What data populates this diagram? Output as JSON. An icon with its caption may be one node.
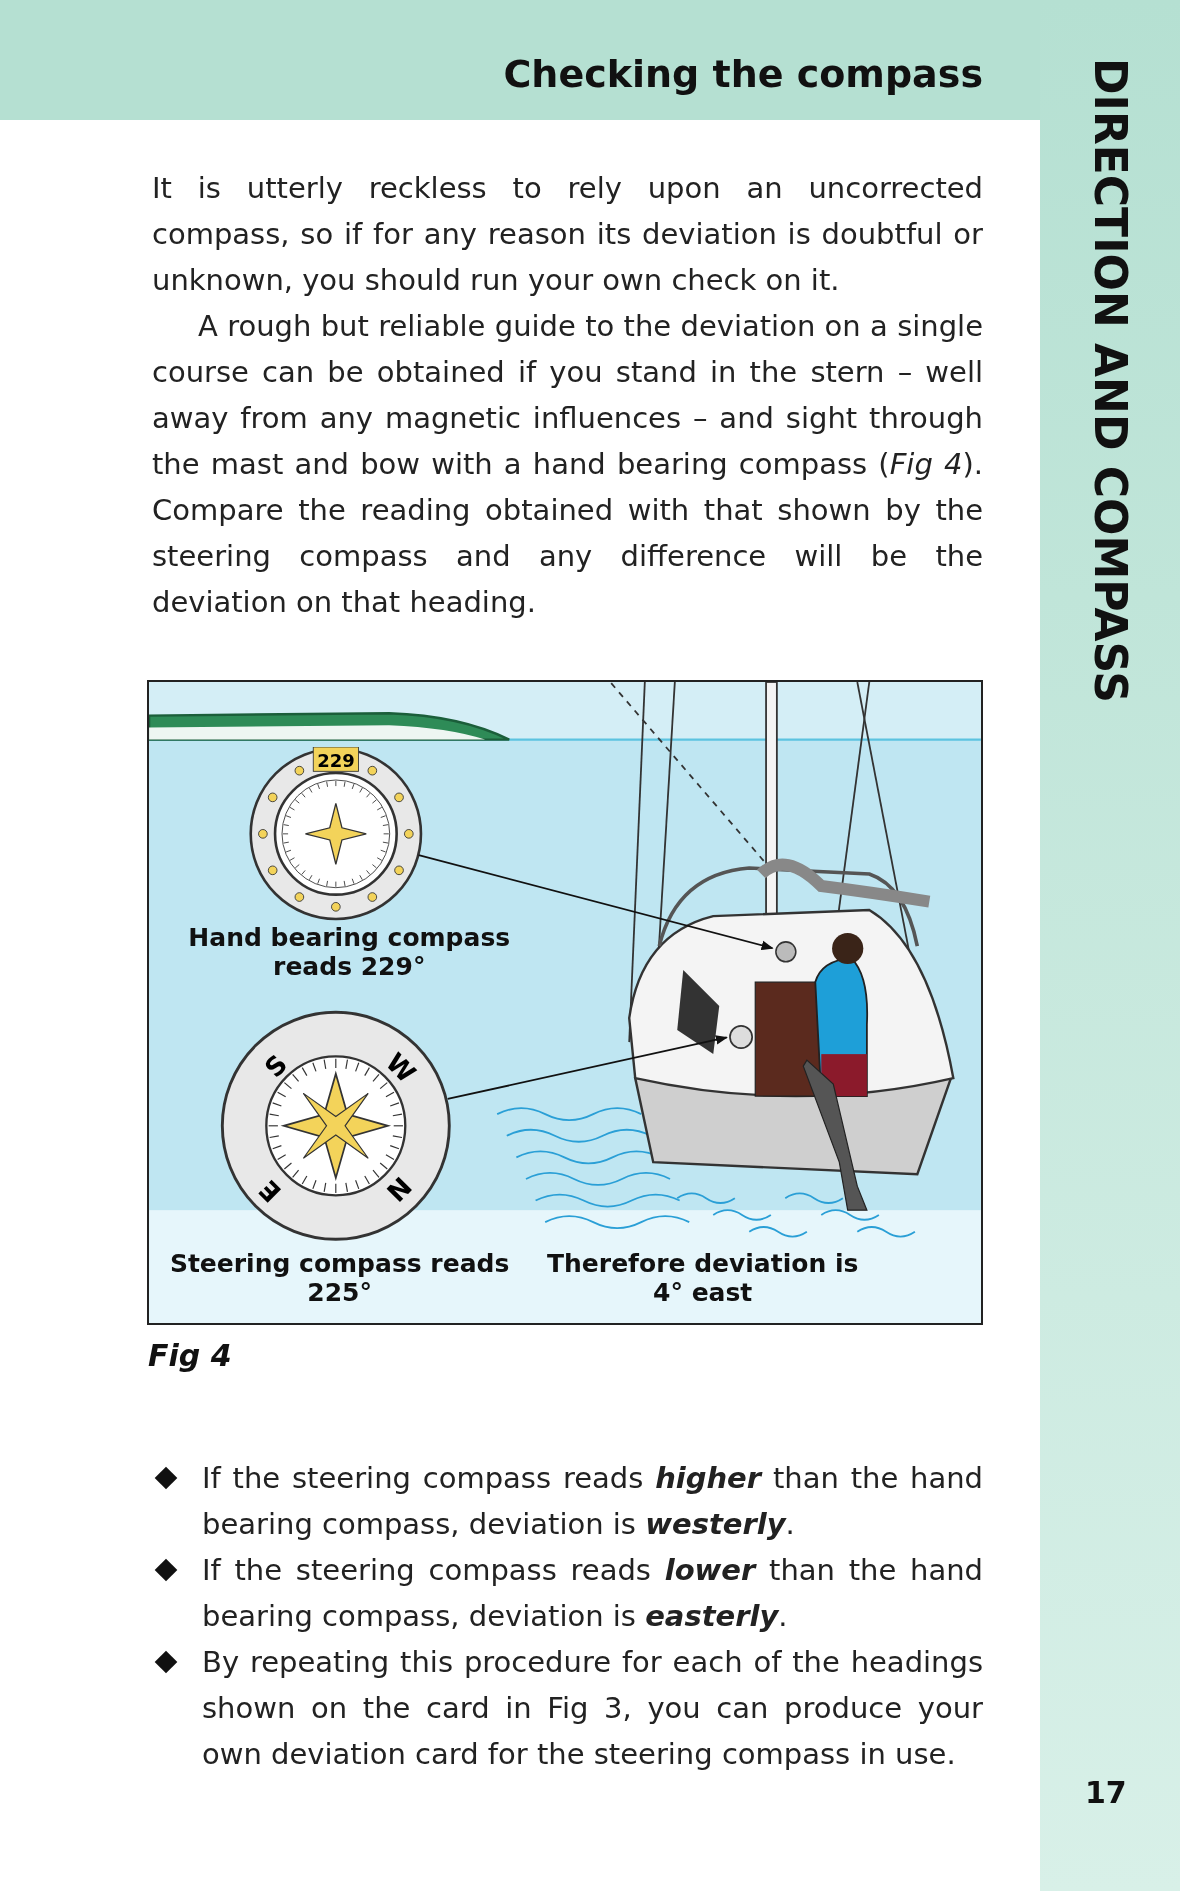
{
  "diagram": {
    "title": "Checking the compass",
    "nodes": [
      {
        "text": [
          "229"
        ],
        "beside": [
          "Hand bearing compass reads 229°"
        ]
      },
      {
        "text": [
          "S",
          "W",
          "N",
          "E"
        ],
        "beside": [
          "Steering compass reads 225°"
        ]
      },
      {
        "text": [],
        "shape": "circle"
      },
      {
        "text": [],
        "shape": "circle"
      }
    ],
    "edges": [
      {
        "from": 0,
        "to": 2,
        "arrow": "to"
      },
      {
        "from": 1,
        "to": 3,
        "arrow": "to"
      }
    ],
    "labels": [
      "DIRECTION AND COMPASS",
      "It is utterly reckless to rely upon an uncorrected compass, so if for any reason its deviation is doubtful or unknown, you should run your own check on it.",
      "A rough but reliable guide to the deviation on a single course can be obtained if you stand in the stern – well away from any magnetic influences – and sight through the mast and bow with a hand bearing compass (*Fig 4*). Compare the reading obtained with that shown by the steering compass and any difference will be the deviation on that heading.",
      "Therefore deviation is 4° east",
      "Fig 4",
      "If the steering compass reads **higher** than the hand bearing compass, deviation is **westerly**.",
      "If the steering compass reads **lower** than the hand bearing compass, deviation is **easterly**.",
      "By repeating this procedure for each of the headings shown on the card in Fig 3, you can produce your own deviation card for the steering compass in use.",
      "17"
    ]
  }
}
